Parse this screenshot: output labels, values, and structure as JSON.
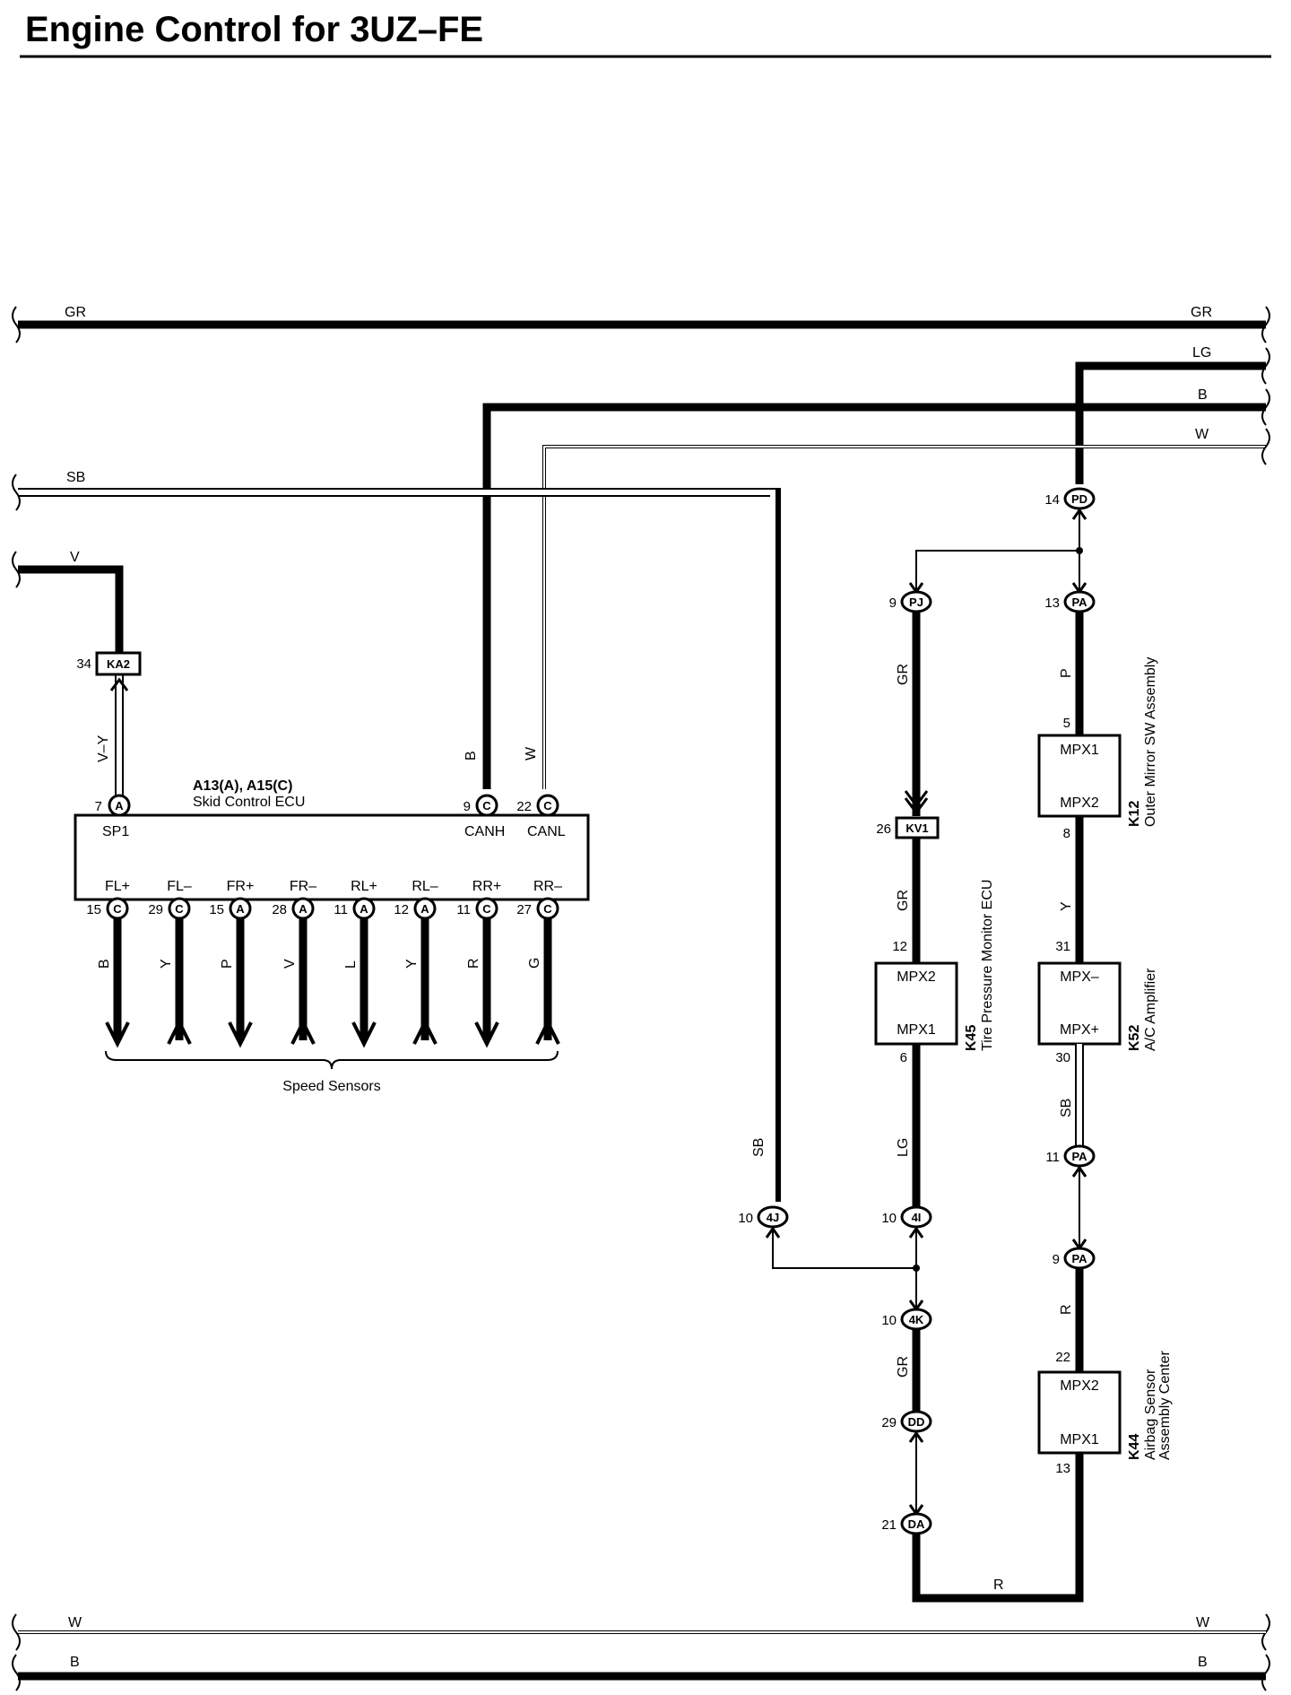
{
  "title": "Engine Control for 3UZ–FE",
  "wires": {
    "gr_top_left": "GR",
    "gr_top_right": "GR",
    "lg_top": "LG",
    "b_top": "B",
    "w_top": "W",
    "sb_left": "SB",
    "v_left": "V",
    "w_bottom_left": "W",
    "w_bottom_right": "W",
    "b_bottom_left": "B",
    "b_bottom_right": "B",
    "vy": "V–Y",
    "b_canh": "B",
    "w_canl": "W",
    "sb_vertical": "SB",
    "gr_pj": "GR",
    "gr_k45": "GR",
    "lg_4i": "LG",
    "gr_4k": "GR",
    "p_k12": "P",
    "y_k52": "Y",
    "sb_k52": "SB",
    "r_k44": "R",
    "r_bottom": "R"
  },
  "skid_ecu": {
    "code": "A13(A), A15(C)",
    "name": "Skid Control ECU",
    "sp1": "SP1",
    "canh": "CANH",
    "canl": "CANL",
    "pin_sp1": "7",
    "conn_sp1": "A",
    "pin_canh": "9",
    "conn_canh": "C",
    "pin_canl": "22",
    "conn_canl": "C",
    "sensor_pins": [
      {
        "label": "FL+",
        "pin": "15",
        "conn": "C",
        "wire": "B"
      },
      {
        "label": "FL–",
        "pin": "29",
        "conn": "C",
        "wire": "Y"
      },
      {
        "label": "FR+",
        "pin": "15",
        "conn": "A",
        "wire": "P"
      },
      {
        "label": "FR–",
        "pin": "28",
        "conn": "A",
        "wire": "V"
      },
      {
        "label": "RL+",
        "pin": "11",
        "conn": "A",
        "wire": "L"
      },
      {
        "label": "RL–",
        "pin": "12",
        "conn": "A",
        "wire": "Y"
      },
      {
        "label": "RR+",
        "pin": "11",
        "conn": "C",
        "wire": "R"
      },
      {
        "label": "RR–",
        "pin": "27",
        "conn": "C",
        "wire": "G"
      }
    ],
    "speed_sensors": "Speed Sensors"
  },
  "connectors": {
    "ka2": {
      "pin": "34",
      "id": "KA2"
    },
    "kv1": {
      "pin": "26",
      "id": "KV1"
    },
    "pd": {
      "pin": "14",
      "id": "PD"
    },
    "pj": {
      "pin": "9",
      "id": "PJ"
    },
    "pa13": {
      "pin": "13",
      "id": "PA"
    },
    "j4j": {
      "pin": "10",
      "id": "4J"
    },
    "j4i": {
      "pin": "10",
      "id": "4I"
    },
    "j4k": {
      "pin": "10",
      "id": "4K"
    },
    "pa11": {
      "pin": "11",
      "id": "PA"
    },
    "pa9": {
      "pin": "9",
      "id": "PA"
    },
    "dd": {
      "pin": "29",
      "id": "DD"
    },
    "da": {
      "pin": "21",
      "id": "DA"
    }
  },
  "k45": {
    "code": "K45",
    "name": "Tire Pressure Monitor ECU",
    "top_label": "MPX2",
    "bottom_label": "MPX1",
    "pin_top": "12",
    "pin_bottom": "6"
  },
  "k12": {
    "code": "K12",
    "name": "Outer Mirror SW Assembly",
    "top_label": "MPX1",
    "bottom_label": "MPX2",
    "pin_top": "5",
    "pin_bottom": "8"
  },
  "k52": {
    "code": "K52",
    "name": "A/C Amplifier",
    "top_label": "MPX–",
    "bottom_label": "MPX+",
    "pin_top": "31",
    "pin_bottom": "30"
  },
  "k44": {
    "code": "K44",
    "name_line1": "Airbag Sensor",
    "name_line2": "Assembly Center",
    "top_label": "MPX2",
    "bottom_label": "MPX1",
    "pin_top": "22",
    "pin_bottom": "13"
  }
}
